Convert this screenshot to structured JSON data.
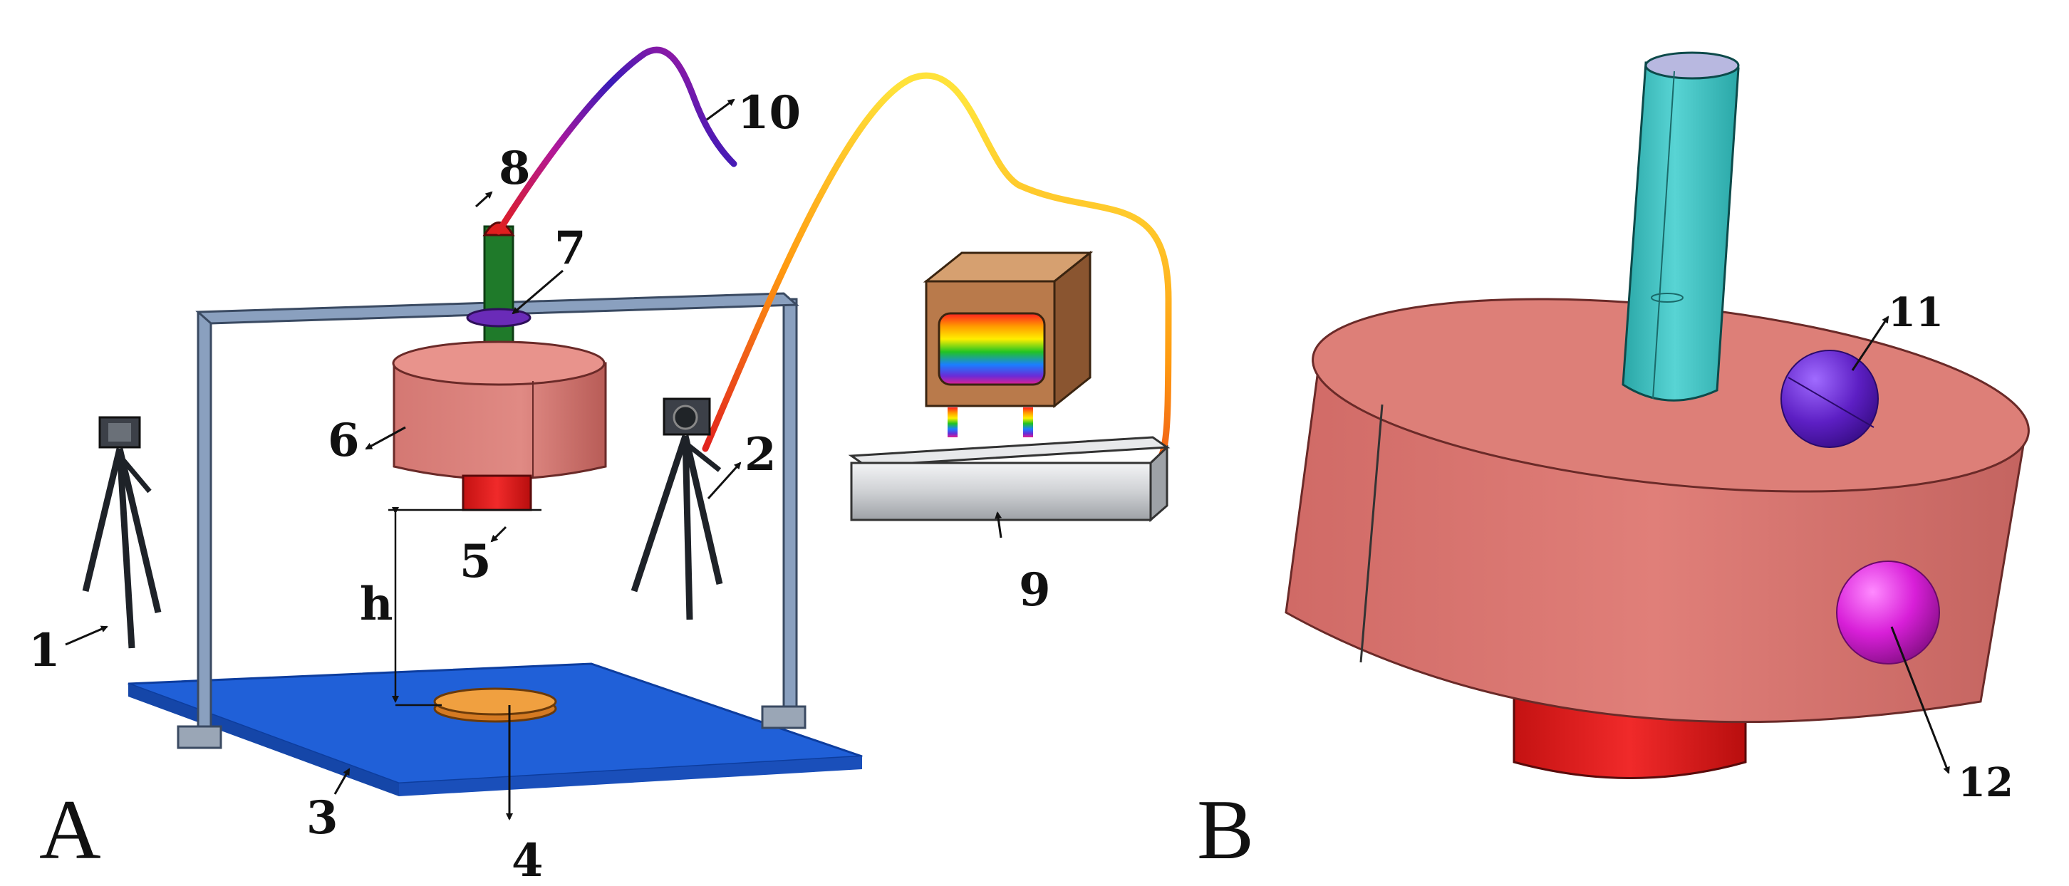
{
  "panels": [
    {
      "id": "A",
      "label": "A"
    },
    {
      "id": "B",
      "label": "B"
    }
  ],
  "labels": {
    "n1": "1",
    "n2": "2",
    "n3": "3",
    "n4": "4",
    "n5": "5",
    "n6": "6",
    "n7": "7",
    "n8": "8",
    "n9": "9",
    "n10": "10",
    "n11": "11",
    "n12": "12",
    "h": "h"
  },
  "colors": {
    "platform": "#1f5fd6",
    "frame": "#7f93b0",
    "cylinder_body": "#d9746f",
    "cylinder_top": "#e88f88",
    "nozzle": "#e01e1e",
    "rod": "#1f7a2a",
    "ring": "#6a2bb8",
    "sample": "#e08a2a",
    "rail": "#cfd1d4",
    "monitor_case": "#b97a4b",
    "tube_teal": "#40c6c6",
    "sphere_purple": "#6a22c9",
    "sphere_magenta": "#d61fd6"
  }
}
